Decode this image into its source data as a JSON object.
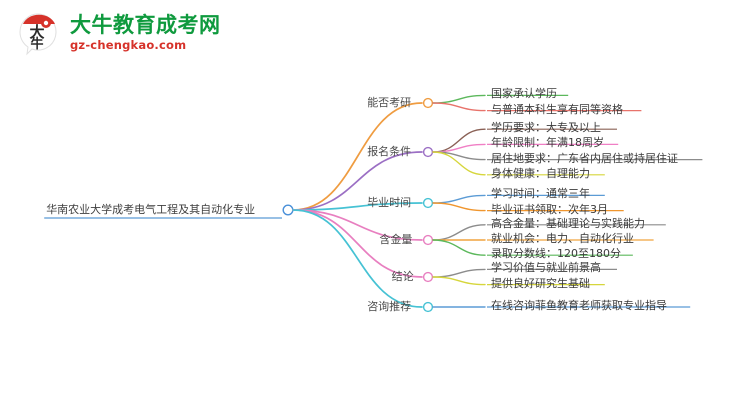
{
  "logo": {
    "title": "大牛教育成考网",
    "subtitle": "gz-chengkao.com",
    "mark_text": "大牛",
    "title_color": "#0f9a3e",
    "subtitle_color": "#d6322a",
    "mark_color": "#d6322a"
  },
  "mindmap": {
    "root": {
      "label": "华南农业大学成考电气工程及其自动化专业",
      "underline_color": "#5b9bd5",
      "node_color": "#4a90d9"
    },
    "branches": [
      {
        "label": "能否考研",
        "color": "#ef9c41",
        "node_color": "#ef9c41",
        "children": [
          {
            "label": "国家承认学历",
            "color": "#5cb85c"
          },
          {
            "label": "与普通本科生享有同等资格",
            "color": "#e8736b"
          }
        ]
      },
      {
        "label": "报名条件",
        "color": "#9b6fc4",
        "node_color": "#9b6fc4",
        "children": [
          {
            "label": "学历要求：大专及以上",
            "color": "#8a6055"
          },
          {
            "label": "年龄限制：年满18周岁",
            "color": "#f07fc5"
          },
          {
            "label": "居住地要求：广东省内居住或持居住证",
            "color": "#8c8c8c"
          },
          {
            "label": "身体健康：自理能力",
            "color": "#d6d63c"
          }
        ]
      },
      {
        "label": "毕业时间",
        "color": "#46c2d4",
        "node_color": "#46c2d4",
        "children": [
          {
            "label": "学习时间：通常三年",
            "color": "#5b9bd5"
          },
          {
            "label": "毕业证书领取：次年3月",
            "color": "#f0962e"
          }
        ]
      },
      {
        "label": "含金量",
        "color": "#e87fc0",
        "node_color": "#e87fc0",
        "children": [
          {
            "label": "高含金量：基础理论与实践能力",
            "color": "#8c8c8c"
          },
          {
            "label": "就业机会：电力、自动化行业",
            "color": "#f0a33e"
          },
          {
            "label": "录取分数线：120至180分",
            "color": "#5cb85c"
          }
        ]
      },
      {
        "label": "结论",
        "color": "#e87fc0",
        "node_color": "#e87fc0",
        "children": [
          {
            "label": "学习价值与就业前景高",
            "color": "#8c8c8c"
          },
          {
            "label": "提供良好研究生基础",
            "color": "#d6d63c"
          }
        ]
      },
      {
        "label": "咨询推荐",
        "color": "#46c2d4",
        "node_color": "#46c2d4",
        "children": [
          {
            "label": "在线咨询菲鱼教育老师获取专业指导",
            "color": "#5b9bd5"
          }
        ]
      }
    ]
  }
}
